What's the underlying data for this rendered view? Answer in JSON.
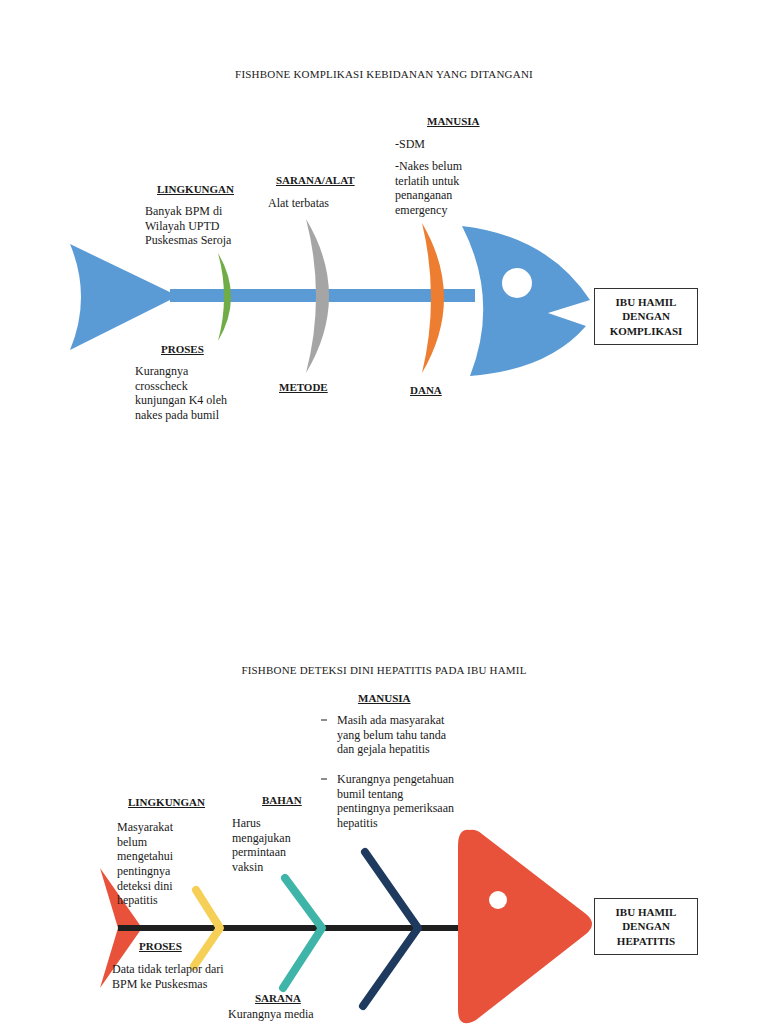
{
  "diagram": {
    "nodes": [
      {
        "text": [
          "IBU HAMIL DENGAN KOMPLIKASI"
        ]
      },
      {
        "text": [
          "IBU HAMIL DENGAN HEPATITIS"
        ]
      }
    ],
    "labels": [
      "FISHBONE KOMPLIKASI KEBIDANAN YANG DITANGANI",
      "MANUSIA",
      "-SDM",
      "-Nakes belum terlatih untuk penanganan emergency",
      "LINGKUNGAN",
      "Banyak BPM di Wilayah UPTD Puskesmas Seroja",
      "SARANA/ALAT",
      "Alat terbatas",
      "PROSES",
      "Kurangnya crosscheck kunjungan K4 oleh nakes pada bumil",
      "METODE",
      "DANA",
      "FISHBONE DETEKSI DINI HEPATITIS PADA IBU HAMIL",
      "MANUSIA",
      "Masih ada masyarakat yang belum tahu tanda dan gejala hepatitis",
      "Kurangnya pengetahuan bumil tentang pentingnya pemeriksaan hepatitis",
      "LINGKUNGAN",
      "Masyarakat belum mengetahui pentingnya deteksi dini hepatitis",
      "BAHAN",
      "Harus mengajukan permintaan vaksin",
      "PROSES",
      "Data tidak terlapor dari BPM ke Puskesmas",
      "SARANA",
      "Kurangnya media"
    ]
  }
}
